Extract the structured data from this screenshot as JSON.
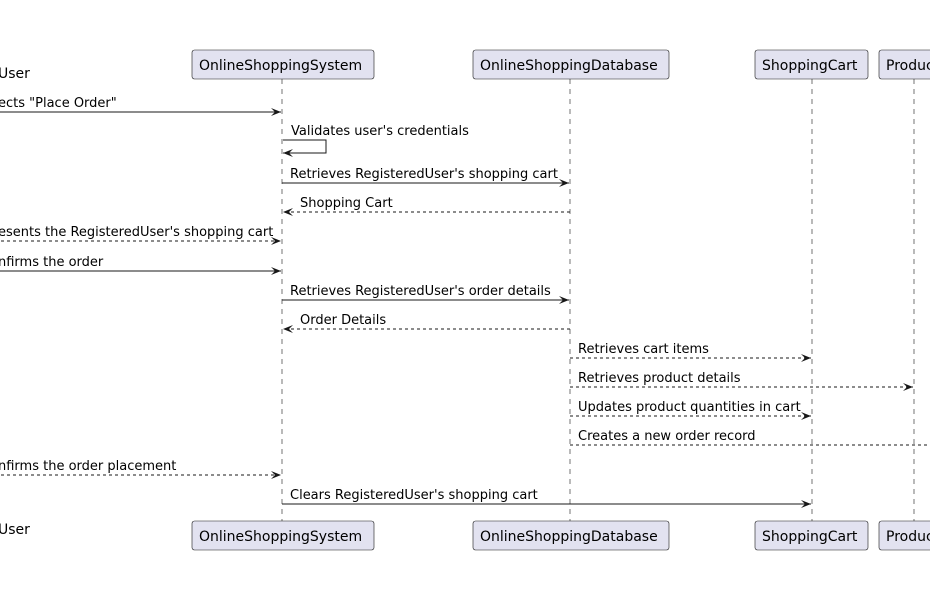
{
  "participants": [
    {
      "id": "user",
      "label": "User",
      "kind": "actor"
    },
    {
      "id": "system",
      "label": "OnlineShoppingSystem",
      "kind": "box"
    },
    {
      "id": "database",
      "label": "OnlineShoppingDatabase",
      "kind": "box"
    },
    {
      "id": "cart",
      "label": "ShoppingCart",
      "kind": "box"
    },
    {
      "id": "product",
      "label": "Produc",
      "kind": "box"
    }
  ],
  "messages": [
    {
      "from": "user",
      "to": "system",
      "label": "ects \"Place Order\"",
      "style": "solid"
    },
    {
      "from": "system",
      "to": "system",
      "label": "Validates user's credentials",
      "style": "solid"
    },
    {
      "from": "system",
      "to": "database",
      "label": "Retrieves RegisteredUser's shopping cart",
      "style": "solid"
    },
    {
      "from": "database",
      "to": "system",
      "label": "Shopping Cart",
      "style": "dashed"
    },
    {
      "from": "user",
      "to": "system",
      "label": "esents the RegisteredUser's shopping cart",
      "style": "dashed"
    },
    {
      "from": "user",
      "to": "system",
      "label": "nfirms the order",
      "style": "solid"
    },
    {
      "from": "system",
      "to": "database",
      "label": "Retrieves RegisteredUser's order details",
      "style": "solid"
    },
    {
      "from": "database",
      "to": "system",
      "label": "Order Details",
      "style": "dashed"
    },
    {
      "from": "database",
      "to": "cart",
      "label": "Retrieves cart items",
      "style": "dashed"
    },
    {
      "from": "database",
      "to": "product",
      "label": "Retrieves product details",
      "style": "dashed"
    },
    {
      "from": "database",
      "to": "cart",
      "label": "Updates product quantities in cart",
      "style": "dashed"
    },
    {
      "from": "database",
      "to": "offscreen",
      "label": "Creates a new order record",
      "style": "dashed"
    },
    {
      "from": "user",
      "to": "system",
      "label": "nfirms the order placement",
      "style": "dashed"
    },
    {
      "from": "system",
      "to": "cart",
      "label": "Clears RegisteredUser's shopping cart",
      "style": "solid"
    }
  ]
}
